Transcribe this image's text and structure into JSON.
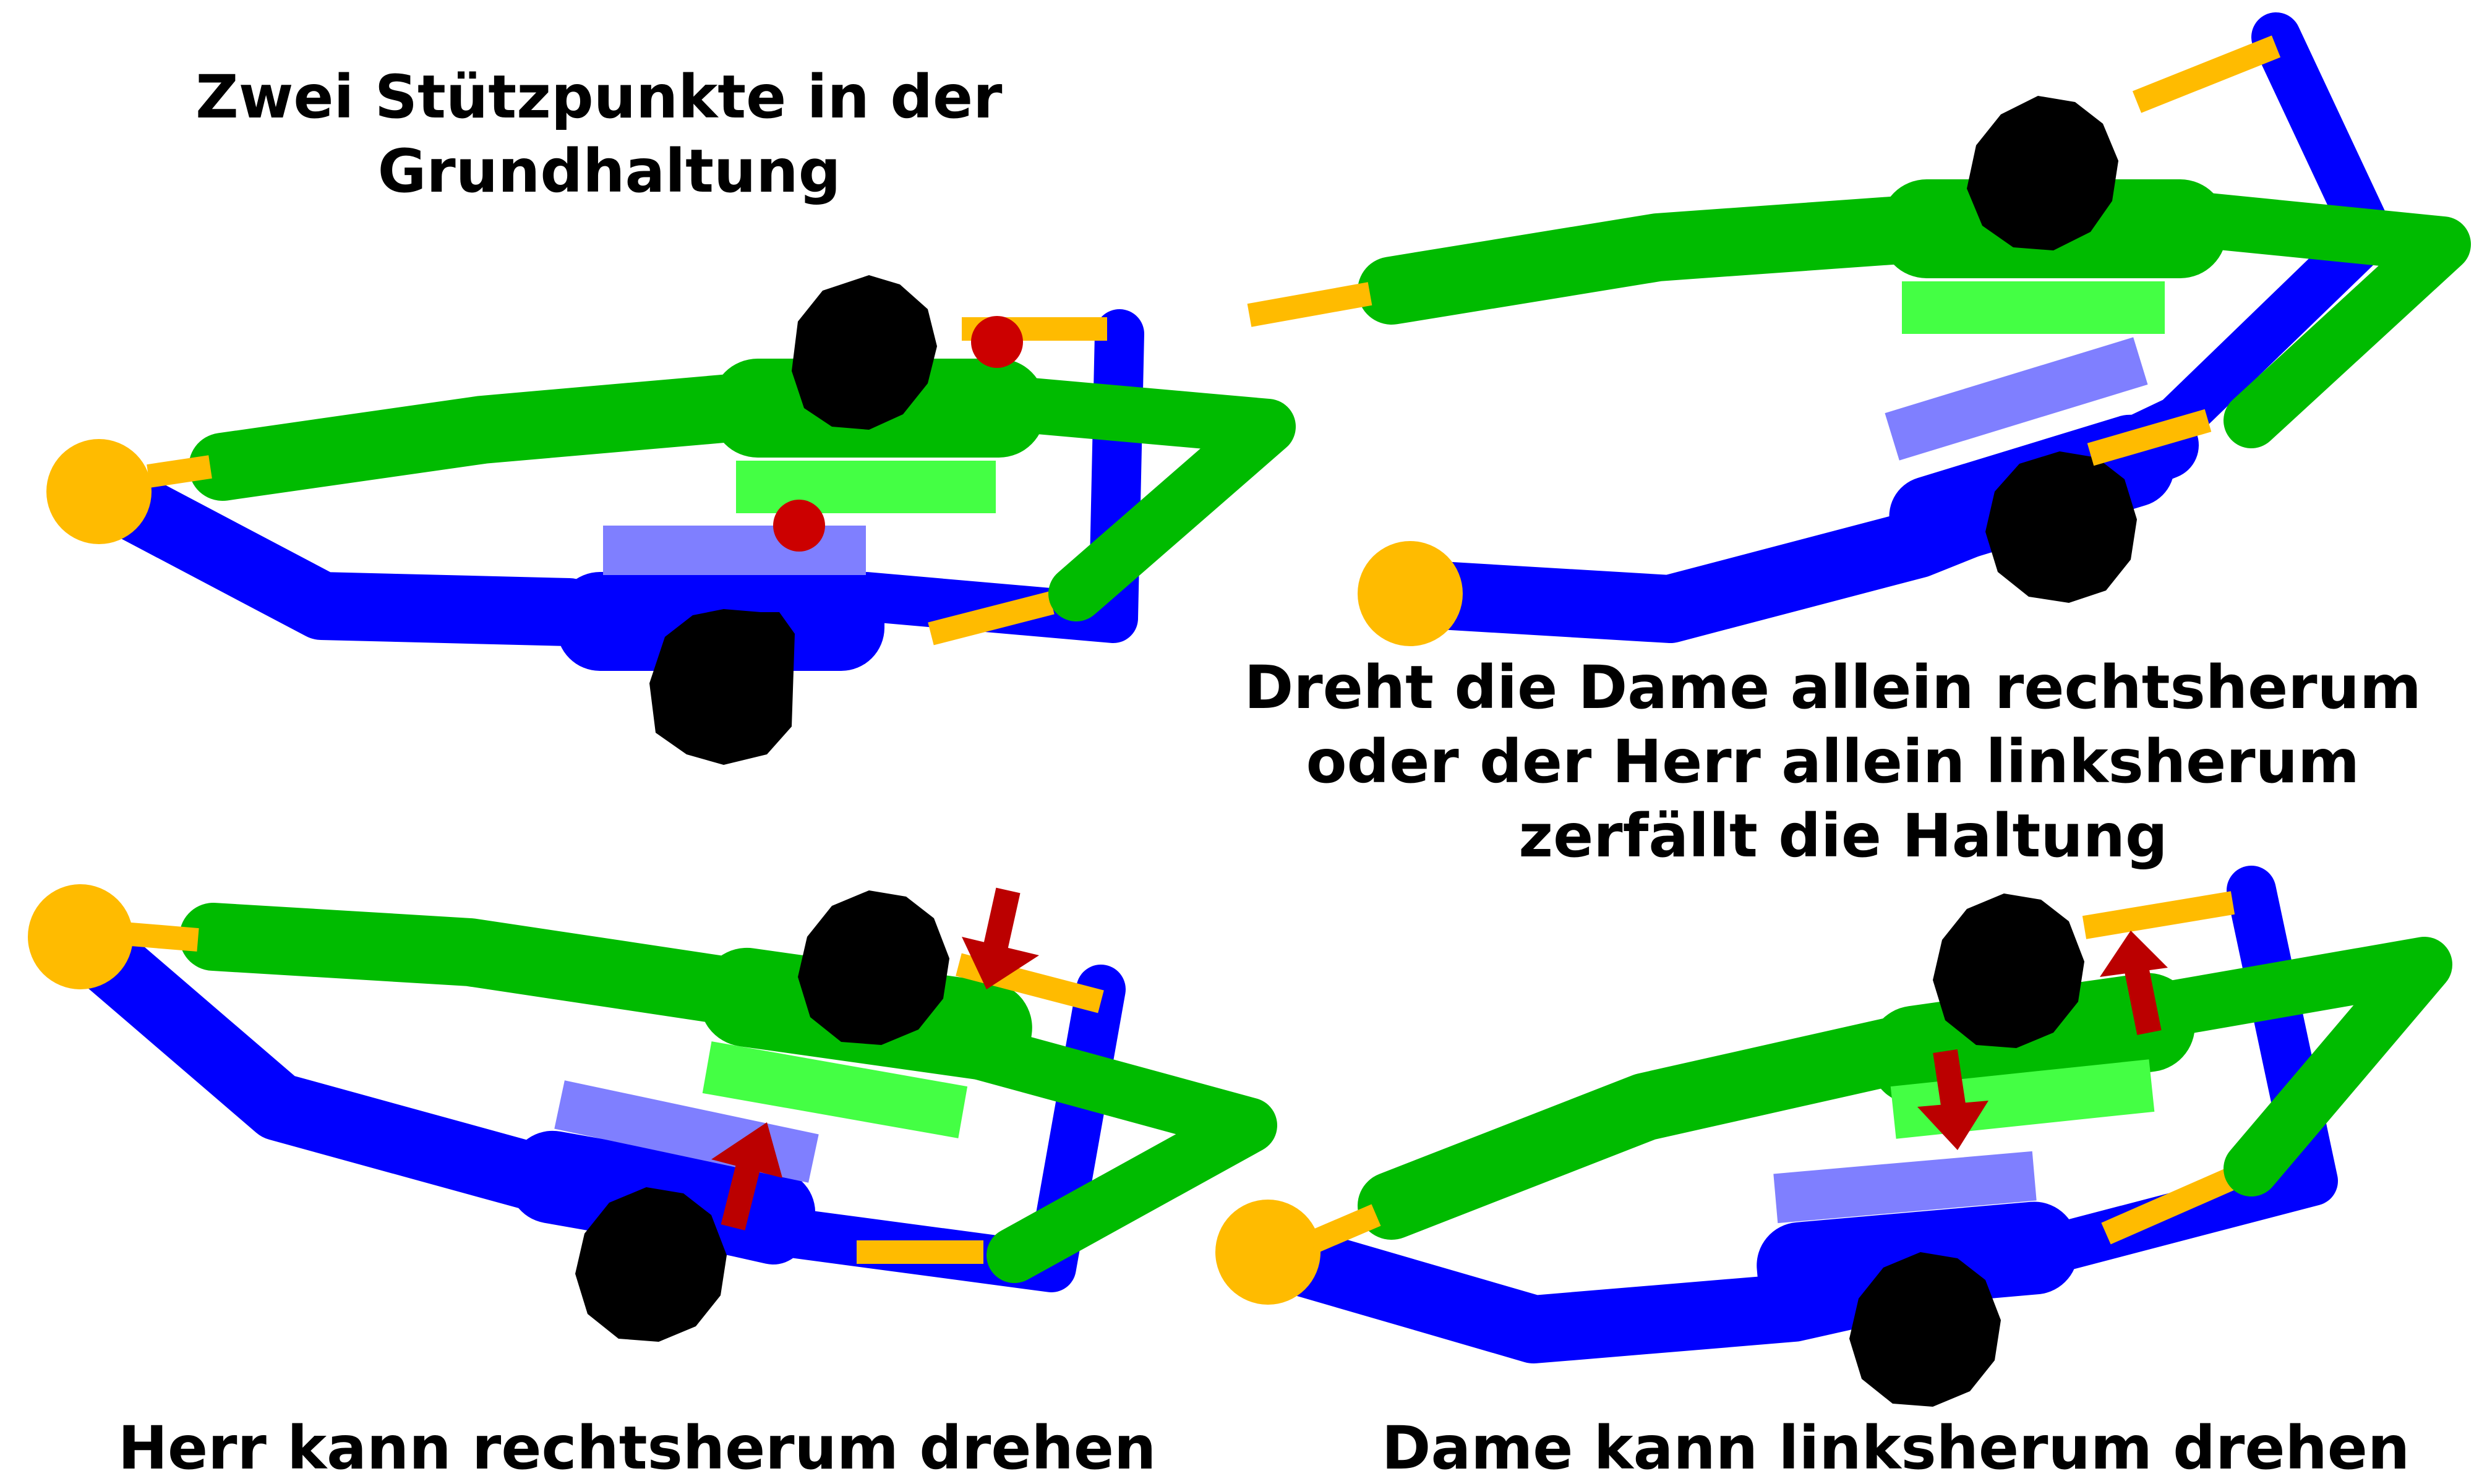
{
  "captions": {
    "top_left": [
      "Zwei Stützpunkte in der",
      "Grundhaltung"
    ],
    "top_right": [
      "Dreht die Dame allein rechtsherum",
      "oder der Herr allein linksherum",
      "zerfällt die Haltung"
    ],
    "bottom_left": "Herr kann rechtsherum drehen",
    "bottom_right": "Dame kann linksherum drehen"
  },
  "colors": {
    "dame_blue": "#0000ff",
    "dame_shoulder_light_blue": "#7f7fff",
    "herr_green": "#00bb00",
    "herr_shoulder_light_green": "#44ff44",
    "hand_orange": "#ffbb00",
    "head_black": "#000000",
    "support_point_red": "#cc0000",
    "arrow_red": "#bb0000"
  },
  "icons": {
    "head": "black-dodecagon-head",
    "hand": "orange-circle-hand",
    "support_point": "red-dot",
    "rotation_arrow": "red-arrow"
  }
}
